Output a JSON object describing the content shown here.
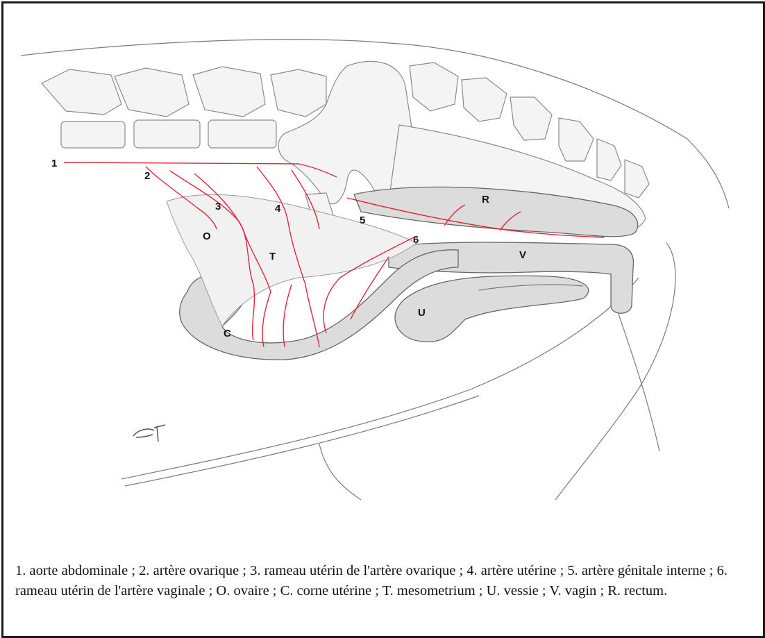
{
  "figure": {
    "labels": {
      "n1": "1",
      "n2": "2",
      "n3": "3",
      "n4": "4",
      "n5": "5",
      "n6": "6",
      "O": "O",
      "T": "T",
      "C": "C",
      "U": "U",
      "V": "V",
      "R": "R"
    },
    "signature": "ET",
    "colors": {
      "artery": "#e8243a",
      "organ": "#dcdcdc",
      "outline": "#666666"
    }
  },
  "caption": "1. aorte abdominale ; 2. artère ovarique ; 3. rameau utérin de l'artère ovarique ; 4. artère utérine ; 5. artère génitale interne ; 6. rameau utérin de l'artère vaginale ; O. ovaire ; C. corne utérine ; T. mesometrium ; U. vessie ; V. vagin ; R. rectum."
}
